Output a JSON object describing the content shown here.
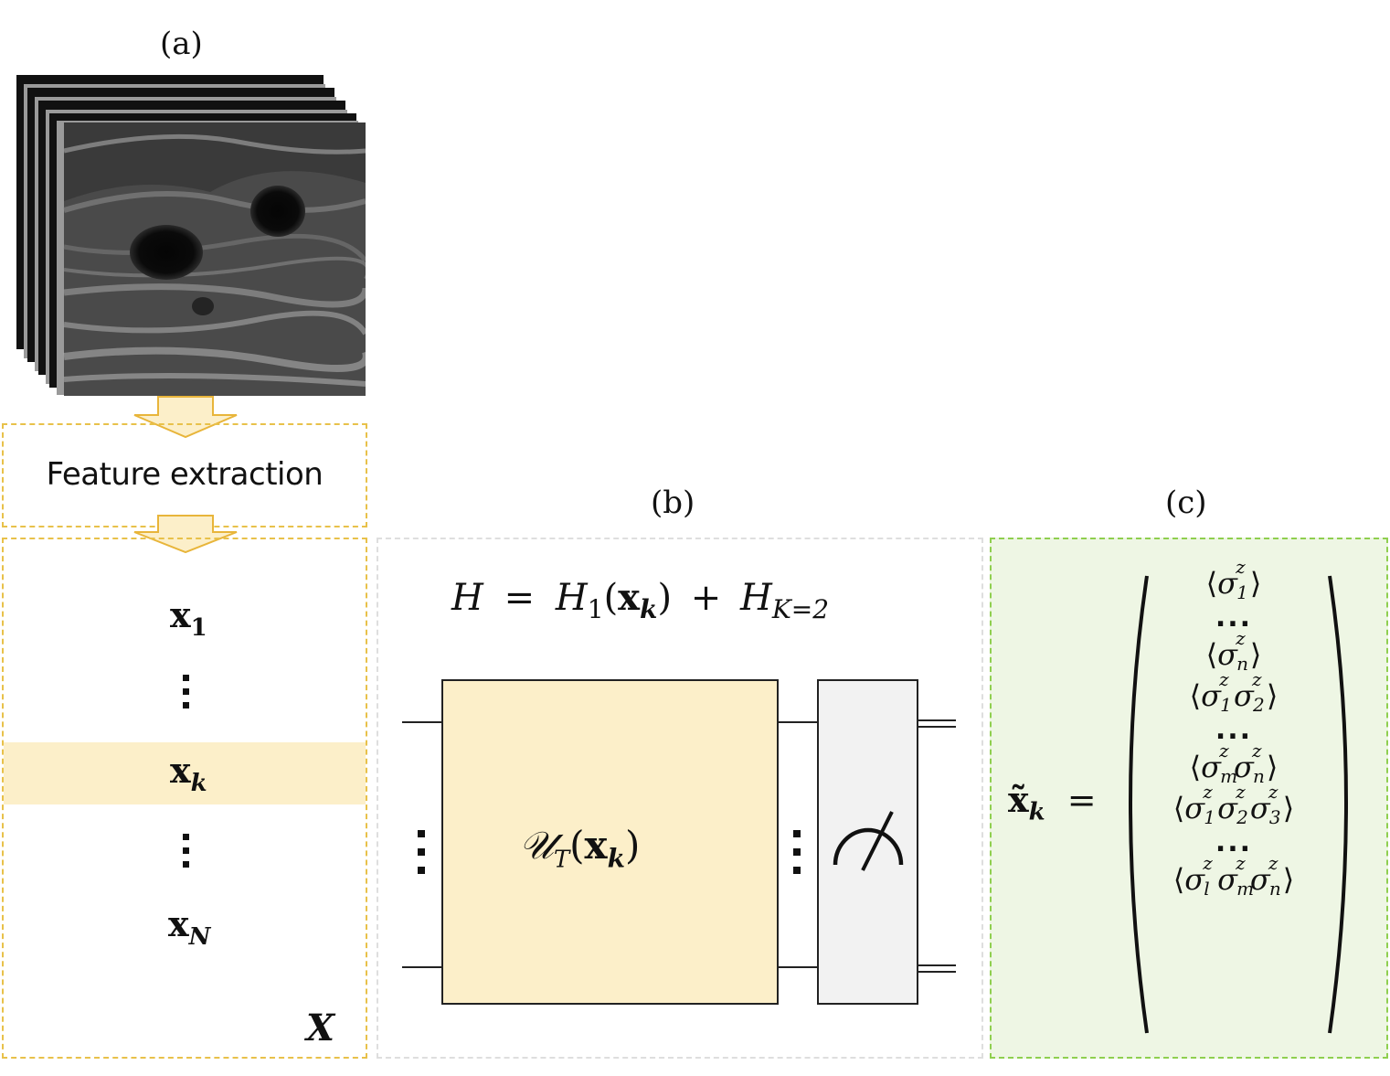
{
  "panels": {
    "a": {
      "label": "(a)"
    },
    "b": {
      "label": "(b)"
    },
    "c": {
      "label": "(c)"
    }
  },
  "feature_extraction": {
    "label": "Feature extraction"
  },
  "dataset": {
    "vectors": {
      "x1": {
        "base": "x",
        "sub": "1"
      },
      "xk": {
        "base": "x",
        "sub": "k"
      },
      "xN": {
        "base": "x",
        "sub": "N"
      }
    },
    "label": "X",
    "highlight_color": "#fcefc9"
  },
  "hamiltonian": {
    "H": "H",
    "eq": "=",
    "H1": "H",
    "H1_sub": "1",
    "arg_open": "(",
    "arg_base": "x",
    "arg_sub": "k",
    "arg_close": ")",
    "plus": "+",
    "HK": "H",
    "HK_sub": "K=2"
  },
  "circuit": {
    "unitary": {
      "symbol": "𝒰",
      "sub": "T",
      "arg_open": "(",
      "arg_base": "x",
      "arg_sub": "k",
      "arg_close": ")"
    },
    "unitary_color": "#fcefc9",
    "measure_color": "#f2f2f2",
    "measure_icon": "meter-icon"
  },
  "output": {
    "lhs_base": "x̃",
    "lhs_sub": "k",
    "eq": "=",
    "dots": "...",
    "observables": [
      {
        "sub": [
          "1"
        ]
      },
      {
        "dots": true
      },
      {
        "sub": [
          "n"
        ]
      },
      {
        "sub": [
          "1",
          "2"
        ]
      },
      {
        "dots": true
      },
      {
        "sub": [
          "m",
          "n"
        ]
      },
      {
        "sub": [
          "1",
          "2",
          "3"
        ]
      },
      {
        "dots": true
      },
      {
        "sub": [
          "l",
          "m",
          "n"
        ]
      }
    ],
    "sigma": "σ",
    "sup": "z",
    "lang": "⟨",
    "rang": "⟩"
  },
  "colors": {
    "yellow_border": "#e8c14a",
    "green_border": "#8fcf4f",
    "green_fill": "#eef6e4",
    "arrow_fill": "#fcefc9",
    "arrow_stroke": "#e8b53a"
  }
}
